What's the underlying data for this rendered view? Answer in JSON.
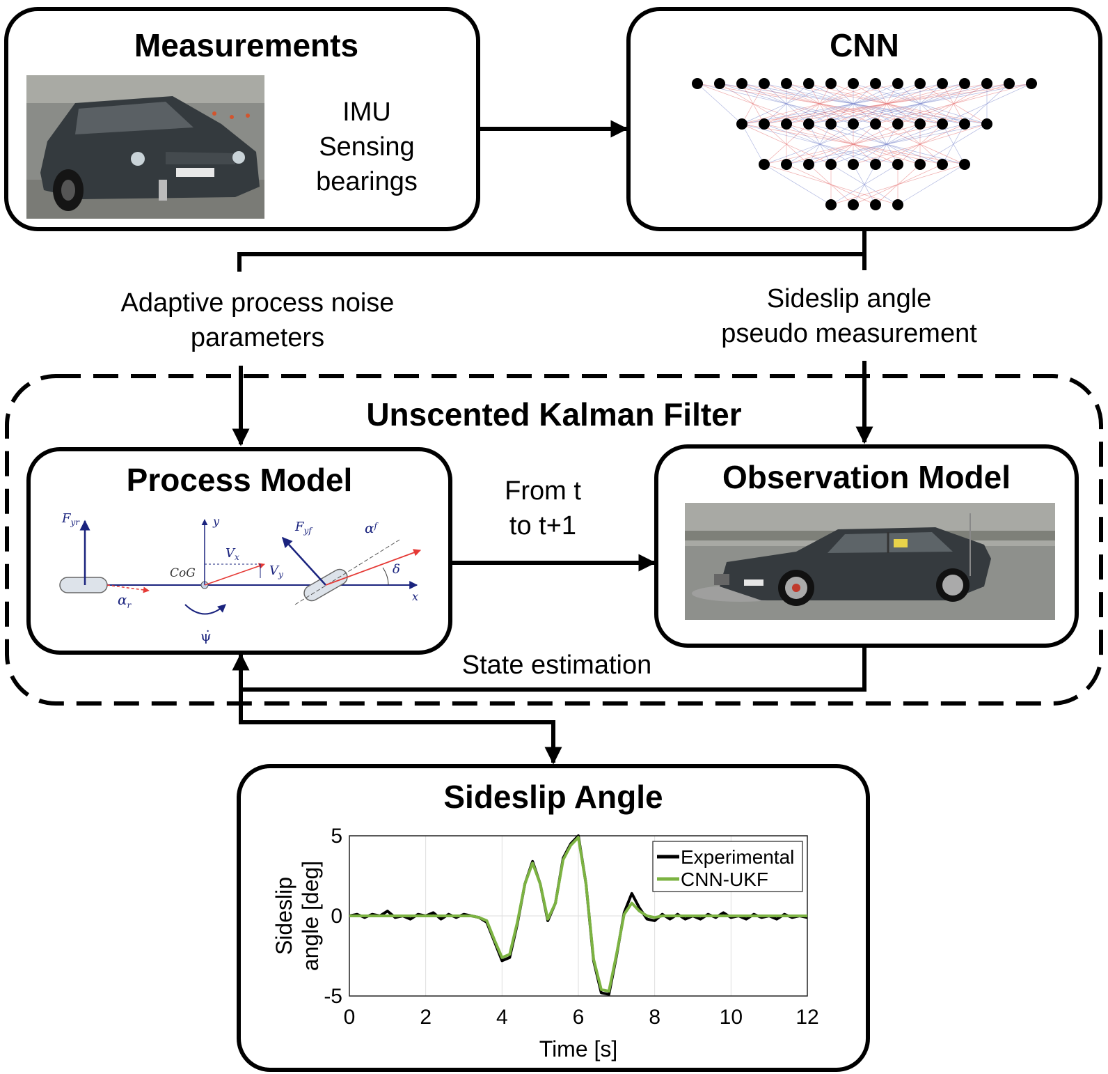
{
  "measurements": {
    "title": "Measurements",
    "lines": [
      "IMU",
      "Sensing",
      "bearings"
    ]
  },
  "cnn": {
    "title": "CNN",
    "layers": [
      16,
      12,
      10,
      4
    ]
  },
  "links": {
    "adaptive_line1": "Adaptive process noise",
    "adaptive_line2": "parameters",
    "sideslip_line1": "Sideslip angle",
    "sideslip_line2": "pseudo measurement",
    "from_t_line1": "From t",
    "from_t_line2": "to t+1",
    "state_estimation": "State estimation"
  },
  "ukf": {
    "title": "Unscented Kalman Filter"
  },
  "process_model": {
    "title": "Process Model",
    "diagram_labels": {
      "fyr": "F",
      "fyr_sub": "yr",
      "fyf": "F",
      "fyf_sub": "yf",
      "y_axis": "y",
      "x_axis": "x",
      "vx": "V",
      "vx_sub": "x",
      "vy": "V",
      "vy_sub": "y",
      "cog": "CoG",
      "alpha_f": "α",
      "alpha_f_sub": "f",
      "alpha_r": "α",
      "alpha_r_sub": "r",
      "delta": "δ",
      "psi_dot": "ψ̇"
    }
  },
  "observation_model": {
    "title": "Observation Model"
  },
  "sideslip": {
    "title": "Sideslip Angle"
  },
  "chart_data": {
    "type": "line",
    "title": "",
    "xlabel": "Time [s]",
    "ylabel_line1": "Sideslip",
    "ylabel_line2": "angle [deg]",
    "xlim": [
      0,
      12
    ],
    "ylim": [
      -5,
      5
    ],
    "xticks": [
      0,
      2,
      4,
      6,
      8,
      10,
      12
    ],
    "yticks": [
      -5,
      0,
      5
    ],
    "grid": true,
    "legend_position": "top-right",
    "series": [
      {
        "name": "Experimental",
        "color": "#000000",
        "x": [
          0,
          0.2,
          0.4,
          0.6,
          0.8,
          1.0,
          1.2,
          1.4,
          1.6,
          1.8,
          2.0,
          2.2,
          2.4,
          2.6,
          2.8,
          3.0,
          3.2,
          3.4,
          3.6,
          3.8,
          4.0,
          4.2,
          4.4,
          4.6,
          4.8,
          5.0,
          5.2,
          5.4,
          5.6,
          5.8,
          6.0,
          6.2,
          6.4,
          6.6,
          6.8,
          7.0,
          7.2,
          7.4,
          7.6,
          7.8,
          8.0,
          8.2,
          8.4,
          8.6,
          8.8,
          9.0,
          9.2,
          9.4,
          9.6,
          9.8,
          10.0,
          10.2,
          10.4,
          10.6,
          10.8,
          11.0,
          11.2,
          11.4,
          11.6,
          11.8,
          12.0
        ],
        "y": [
          0,
          0.1,
          -0.1,
          0.1,
          0,
          0.3,
          -0.1,
          0,
          -0.2,
          0.1,
          0,
          0.2,
          -0.2,
          0.1,
          -0.1,
          0.1,
          0,
          -0.1,
          -0.4,
          -1.6,
          -2.8,
          -2.6,
          -0.5,
          2.0,
          3.4,
          2.0,
          -0.3,
          0.8,
          3.6,
          4.5,
          5.0,
          2.0,
          -2.8,
          -4.8,
          -4.9,
          -2.5,
          0.2,
          1.4,
          0.5,
          -0.2,
          -0.3,
          0.1,
          -0.2,
          0.1,
          -0.2,
          0,
          -0.2,
          0.1,
          -0.1,
          0.2,
          -0.1,
          0,
          -0.2,
          0.1,
          -0.1,
          0,
          -0.2,
          0.1,
          -0.1,
          0,
          -0.1
        ]
      },
      {
        "name": "CNN-UKF",
        "color": "#7cb342",
        "x": [
          0,
          0.2,
          0.4,
          0.6,
          0.8,
          1.0,
          1.2,
          1.4,
          1.6,
          1.8,
          2.0,
          2.2,
          2.4,
          2.6,
          2.8,
          3.0,
          3.2,
          3.4,
          3.6,
          3.8,
          4.0,
          4.2,
          4.4,
          4.6,
          4.8,
          5.0,
          5.2,
          5.4,
          5.6,
          5.8,
          6.0,
          6.2,
          6.4,
          6.6,
          6.8,
          7.0,
          7.2,
          7.4,
          7.6,
          7.8,
          8.0,
          8.2,
          8.4,
          8.6,
          8.8,
          9.0,
          9.2,
          9.4,
          9.6,
          9.8,
          10.0,
          10.2,
          10.4,
          10.6,
          10.8,
          11.0,
          11.2,
          11.4,
          11.6,
          11.8,
          12.0
        ],
        "y": [
          0,
          0,
          0,
          0,
          0,
          0,
          0,
          0,
          0,
          0,
          0,
          0,
          0,
          0,
          0,
          0,
          0,
          -0.1,
          -0.3,
          -1.5,
          -2.6,
          -2.4,
          -0.4,
          2.0,
          3.3,
          2.0,
          -0.2,
          0.8,
          3.5,
          4.4,
          4.9,
          2.0,
          -2.7,
          -4.6,
          -4.7,
          -2.4,
          0.1,
          0.8,
          0.3,
          0,
          -0.1,
          0,
          0,
          0,
          0,
          0,
          0,
          0,
          0,
          0,
          0,
          0,
          0,
          0,
          0,
          0,
          0,
          0,
          0,
          0,
          0
        ]
      }
    ]
  }
}
